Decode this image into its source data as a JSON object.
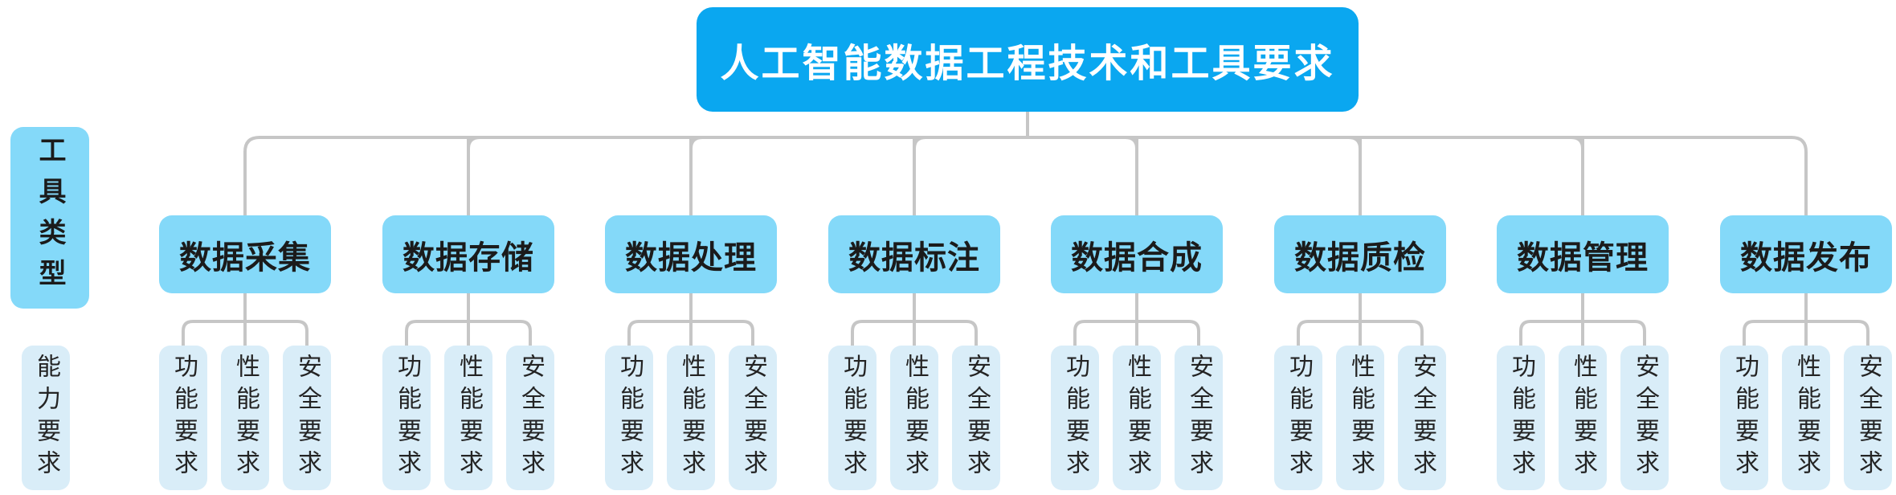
{
  "diagram": {
    "title": "人工智能数据工程技术和工具要求",
    "row_labels": {
      "tool_type": "工具类型",
      "capability": "能力要求"
    },
    "branches": [
      {
        "label": "数据采集",
        "children": [
          "功能要求",
          "性能要求",
          "安全要求"
        ]
      },
      {
        "label": "数据存储",
        "children": [
          "功能要求",
          "性能要求",
          "安全要求"
        ]
      },
      {
        "label": "数据处理",
        "children": [
          "功能要求",
          "性能要求",
          "安全要求"
        ]
      },
      {
        "label": "数据标注",
        "children": [
          "功能要求",
          "性能要求",
          "安全要求"
        ]
      },
      {
        "label": "数据合成",
        "children": [
          "功能要求",
          "性能要求",
          "安全要求"
        ]
      },
      {
        "label": "数据质检",
        "children": [
          "功能要求",
          "性能要求",
          "安全要求"
        ]
      },
      {
        "label": "数据管理",
        "children": [
          "功能要求",
          "性能要求",
          "安全要求"
        ]
      },
      {
        "label": "数据发布",
        "children": [
          "功能要求",
          "性能要求",
          "安全要求"
        ]
      }
    ]
  },
  "colors": {
    "background": "#ffffff",
    "root_fill": "#0aa7f0",
    "root_text": "#ffffff",
    "branch_fill": "#84d9f9",
    "branch_text": "#1b1b1b",
    "leaf_fill": "#d9edf8",
    "leaf_text": "#242424",
    "connector": "#c6c6c6"
  }
}
